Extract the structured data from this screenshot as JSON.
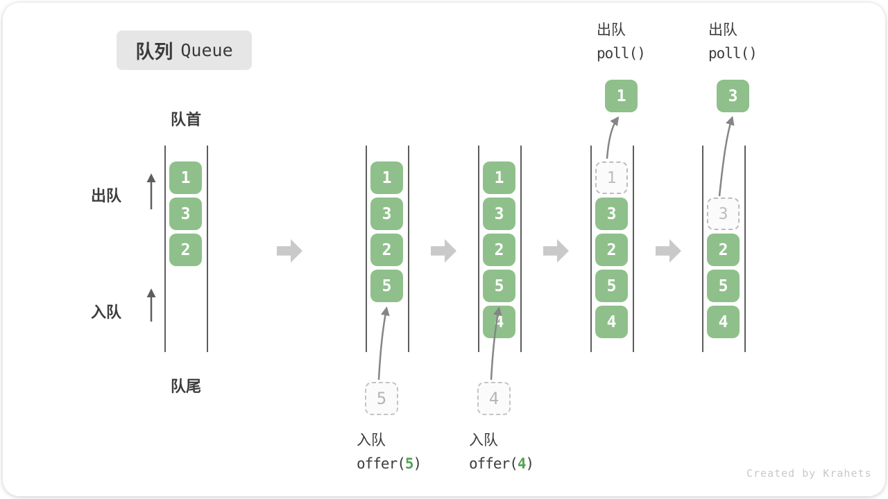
{
  "title": {
    "zh": "队列",
    "en": "Queue"
  },
  "labels": {
    "front": "队首",
    "rear": "队尾",
    "dequeue": "出队",
    "enqueue": "入队"
  },
  "watermark": "Created by Krahets",
  "colors": {
    "box_green": "#8FC08B",
    "arg_green": "#55A055",
    "ghost_text": "#BDBDBD",
    "block_arrow": "#C9C9C9",
    "text_dark": "#3C3C3C"
  },
  "queues": [
    {
      "name": "initial",
      "slots": [
        {
          "value": "1",
          "state": "filled"
        },
        {
          "value": "3",
          "state": "filled"
        },
        {
          "value": "2",
          "state": "filled"
        }
      ]
    },
    {
      "name": "after-offer-5",
      "slots": [
        {
          "value": "1",
          "state": "filled"
        },
        {
          "value": "3",
          "state": "filled"
        },
        {
          "value": "2",
          "state": "filled"
        },
        {
          "value": "5",
          "state": "filled"
        }
      ],
      "incoming": "5",
      "op": {
        "action": "入队",
        "fn_pre": "offer(",
        "fn_arg": "5",
        "fn_post": ")"
      }
    },
    {
      "name": "after-offer-4",
      "slots": [
        {
          "value": "1",
          "state": "filled"
        },
        {
          "value": "3",
          "state": "filled"
        },
        {
          "value": "2",
          "state": "filled"
        },
        {
          "value": "5",
          "state": "filled"
        },
        {
          "value": "4",
          "state": "filled"
        }
      ],
      "incoming": "4",
      "op": {
        "action": "入队",
        "fn_pre": "offer(",
        "fn_arg": "4",
        "fn_post": ")"
      }
    },
    {
      "name": "after-poll-1",
      "slots": [
        {
          "value": "1",
          "state": "ghost"
        },
        {
          "value": "3",
          "state": "filled"
        },
        {
          "value": "2",
          "state": "filled"
        },
        {
          "value": "5",
          "state": "filled"
        },
        {
          "value": "4",
          "state": "filled"
        }
      ],
      "outgoing": "1",
      "op": {
        "action": "出队",
        "fn_pre": "poll()",
        "fn_arg": "",
        "fn_post": ""
      }
    },
    {
      "name": "after-poll-3",
      "slots": [
        {
          "state": "empty"
        },
        {
          "value": "3",
          "state": "ghost"
        },
        {
          "value": "2",
          "state": "filled"
        },
        {
          "value": "5",
          "state": "filled"
        },
        {
          "value": "4",
          "state": "filled"
        }
      ],
      "outgoing": "3",
      "op": {
        "action": "出队",
        "fn_pre": "poll()",
        "fn_arg": "",
        "fn_post": ""
      }
    }
  ]
}
